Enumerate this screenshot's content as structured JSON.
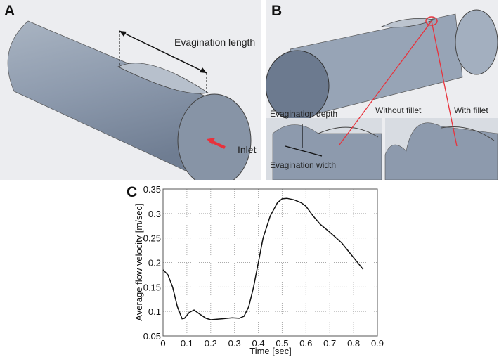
{
  "panel_a": {
    "label": "A",
    "evagination_length": "Evagination length",
    "inlet": "Inlet"
  },
  "panel_b": {
    "label": "B",
    "evagination_depth": "Evagination depth",
    "evagination_width": "Evagination width",
    "without_fillet": "Without fillet",
    "with_fillet": "With fillet"
  },
  "panel_c": {
    "label": "C"
  },
  "colors": {
    "cylinder": "#8f9db0",
    "arrow_red": "#e8323c",
    "background": "#ecedf0"
  },
  "chart_data": {
    "type": "line",
    "xlabel": "Time [sec]",
    "ylabel": "Average flow velocity [m/sec]",
    "xlim": [
      0,
      0.9
    ],
    "ylim": [
      0.05,
      0.35
    ],
    "grid": true,
    "x_ticks": [
      "0",
      "0.1",
      "0.2",
      "0.3",
      "0.4",
      "0.5",
      "0.6",
      "0.7",
      "0.8",
      "0.9"
    ],
    "y_ticks": [
      "0.05",
      "0.1",
      "0.15",
      "0.2",
      "0.25",
      "0.3",
      "0.35"
    ],
    "x": [
      0,
      0.02,
      0.04,
      0.06,
      0.08,
      0.09,
      0.11,
      0.13,
      0.15,
      0.18,
      0.2,
      0.25,
      0.29,
      0.32,
      0.34,
      0.36,
      0.38,
      0.4,
      0.42,
      0.45,
      0.48,
      0.5,
      0.52,
      0.55,
      0.58,
      0.6,
      0.63,
      0.66,
      0.7,
      0.75,
      0.8,
      0.84
    ],
    "y": [
      0.185,
      0.175,
      0.15,
      0.11,
      0.085,
      0.086,
      0.098,
      0.103,
      0.096,
      0.086,
      0.083,
      0.085,
      0.087,
      0.086,
      0.09,
      0.11,
      0.15,
      0.2,
      0.25,
      0.295,
      0.322,
      0.33,
      0.331,
      0.328,
      0.322,
      0.315,
      0.295,
      0.278,
      0.262,
      0.24,
      0.21,
      0.186
    ]
  }
}
